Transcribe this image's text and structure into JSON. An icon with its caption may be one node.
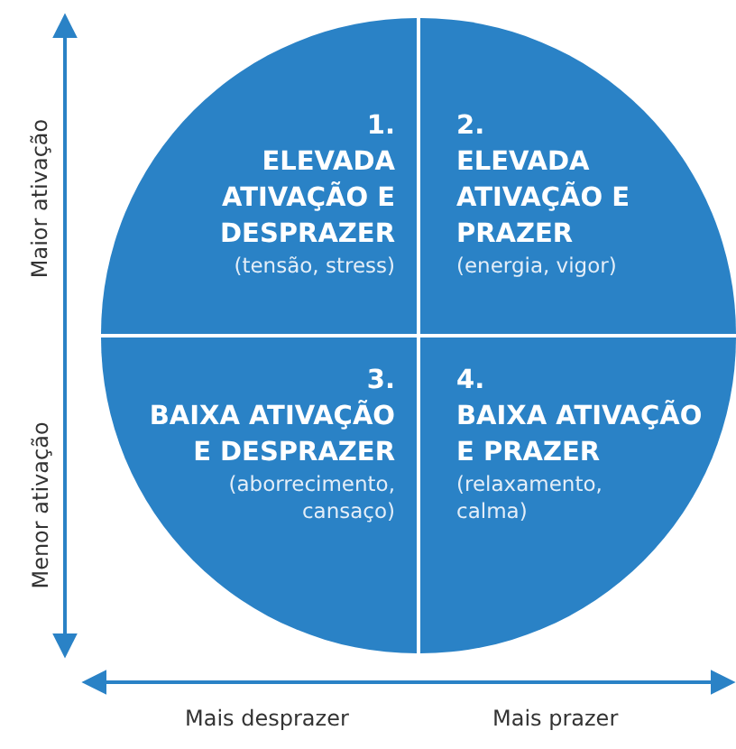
{
  "diagram": {
    "nodes": [
      {
        "text": [
          "1.",
          "ELEVADA ATIVAÇÃO E DESPRAZER",
          "(tensão, stress)"
        ]
      },
      {
        "text": [
          "2.",
          "ELEVADA ATIVAÇÃO E PRAZER",
          "(energia, vigor)"
        ]
      },
      {
        "text": [
          "3.",
          "BAIXA ATIVAÇÃO E DESPRAZER",
          "(aborrecimento, cansaço)"
        ]
      },
      {
        "text": [
          "4.",
          "BAIXA ATIVAÇÃO E PRAZER",
          "(relaxamento, calma)"
        ]
      }
    ],
    "labels": [
      "Maior ativação",
      "Menor ativação",
      "Mais desprazer",
      "Mais prazer"
    ]
  }
}
